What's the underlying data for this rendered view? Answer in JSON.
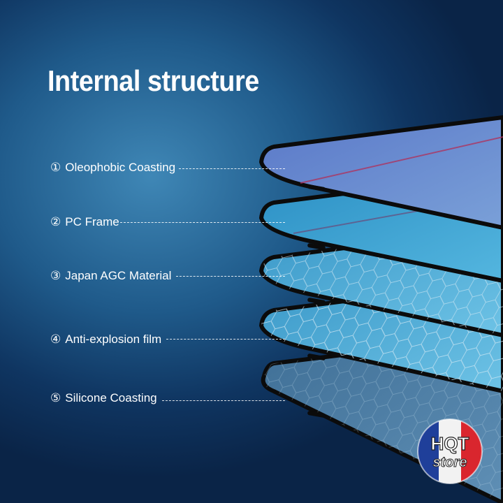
{
  "title": "Internal structure",
  "layers": [
    {
      "number": "①",
      "label": "Oleophobic Coasting"
    },
    {
      "number": "②",
      "label": "PC Frame"
    },
    {
      "number": "③",
      "label": "Japan AGC Material"
    },
    {
      "number": "④",
      "label": "Anti-explosion film"
    },
    {
      "number": "⑤",
      "label": "Silicone Coasting"
    }
  ],
  "logo": {
    "text_top": "HQT",
    "text_bottom": "store"
  },
  "colors": {
    "background": "#1f5a8a",
    "label_text": "#ffffff",
    "frame": "#0b0b0b",
    "hex_pattern": "#cfe6f2"
  }
}
